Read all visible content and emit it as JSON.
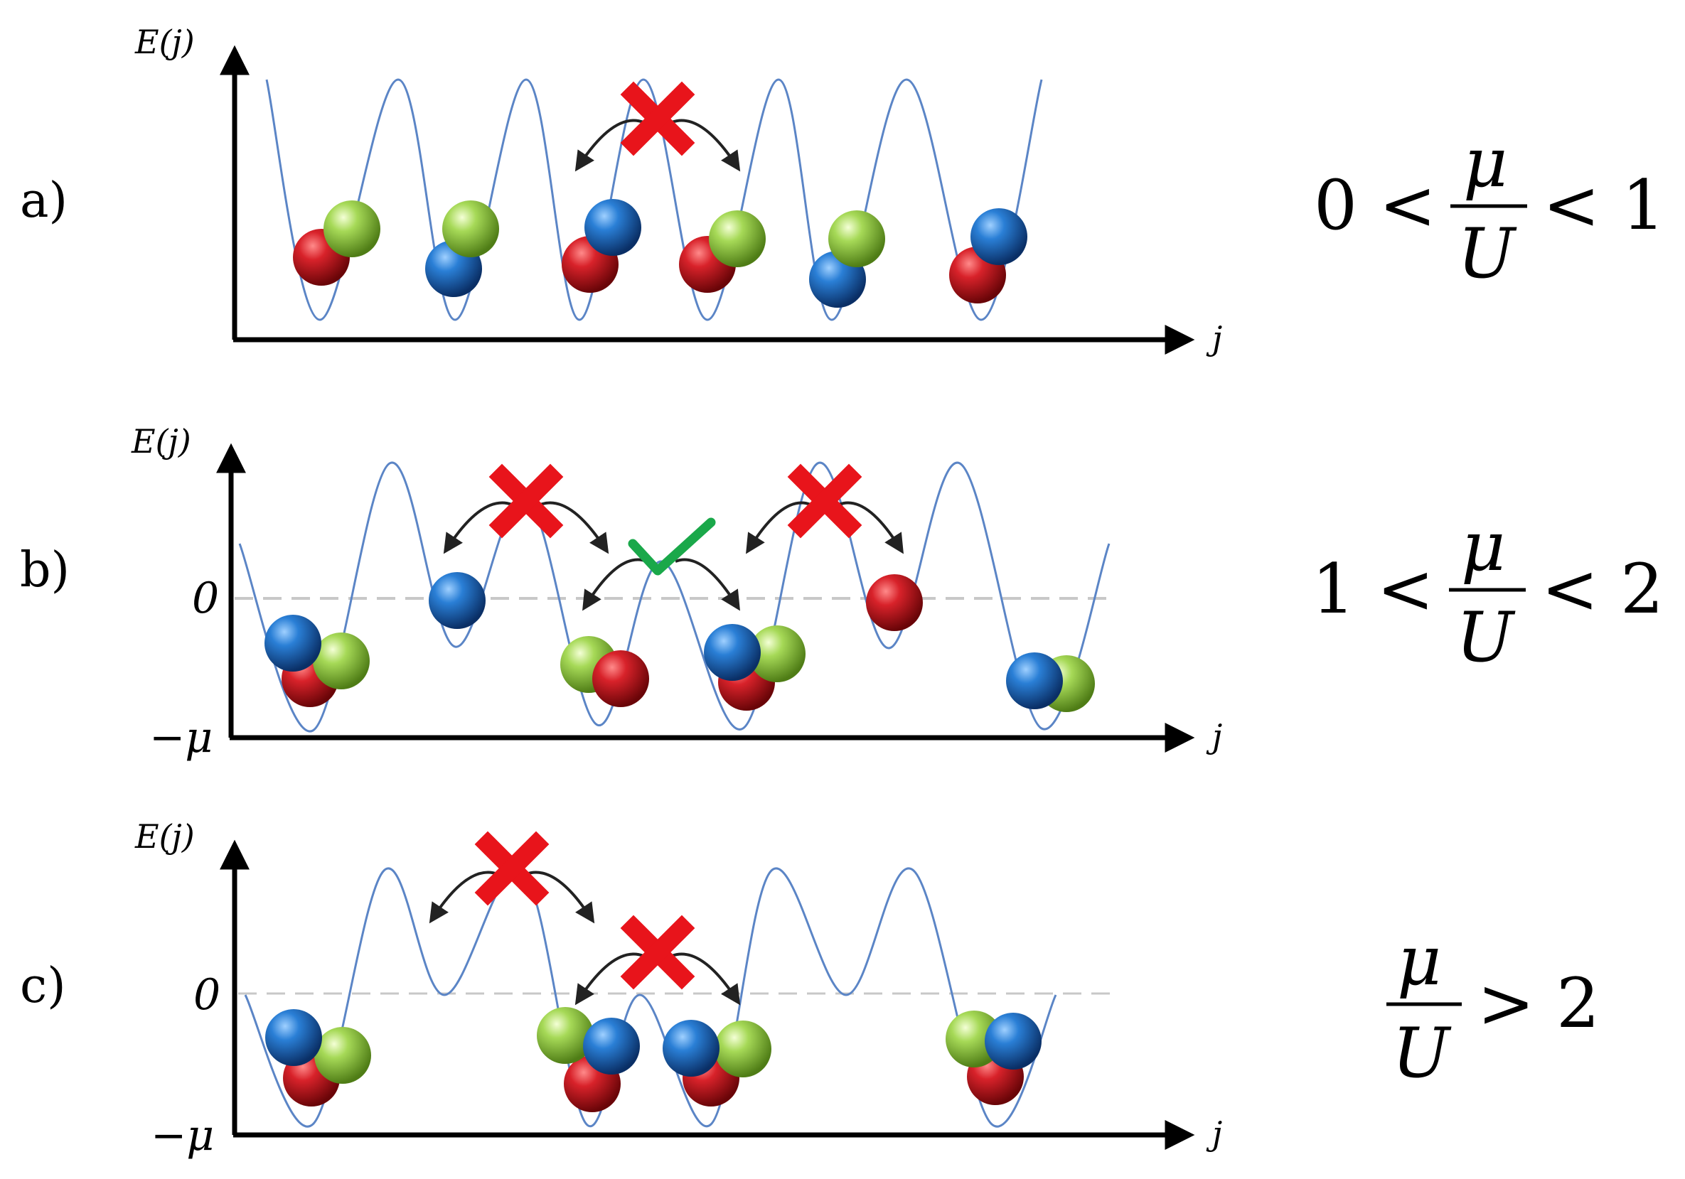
{
  "panels": [
    {
      "id": "a",
      "label": "a)",
      "ylabel": "E(j)",
      "xlabel": "j",
      "zero_label": "",
      "bottom_label": "",
      "condition": {
        "lhs": "0 <",
        "frac_num": "μ",
        "frac_den": "U",
        "rhs": "< 1"
      }
    },
    {
      "id": "b",
      "label": "b)",
      "ylabel": "E(j)",
      "xlabel": "j",
      "zero_label": "0",
      "bottom_label": "−μ",
      "condition": {
        "lhs": "1 <",
        "frac_num": "μ",
        "frac_den": "U",
        "rhs": "< 2"
      }
    },
    {
      "id": "c",
      "label": "c)",
      "ylabel": "E(j)",
      "xlabel": "j",
      "zero_label": "0",
      "bottom_label": "−μ",
      "condition": {
        "lhs": "",
        "frac_num": "μ",
        "frac_den": "U",
        "rhs": "> 2"
      }
    }
  ],
  "colors": {
    "potential_curve": "#5b85c6",
    "axis": "#000000",
    "zero_line": "#c8c8c8",
    "particle_red": "#c0121a",
    "particle_green": "#8cc63f",
    "particle_blue": "#1f6fc4",
    "forbidden_cross": "#e8141b",
    "allowed_check": "#1aa84a"
  },
  "icons": [
    "forbidden-hop-cross-icon",
    "allowed-hop-check-icon",
    "hop-arrow-icon"
  ]
}
